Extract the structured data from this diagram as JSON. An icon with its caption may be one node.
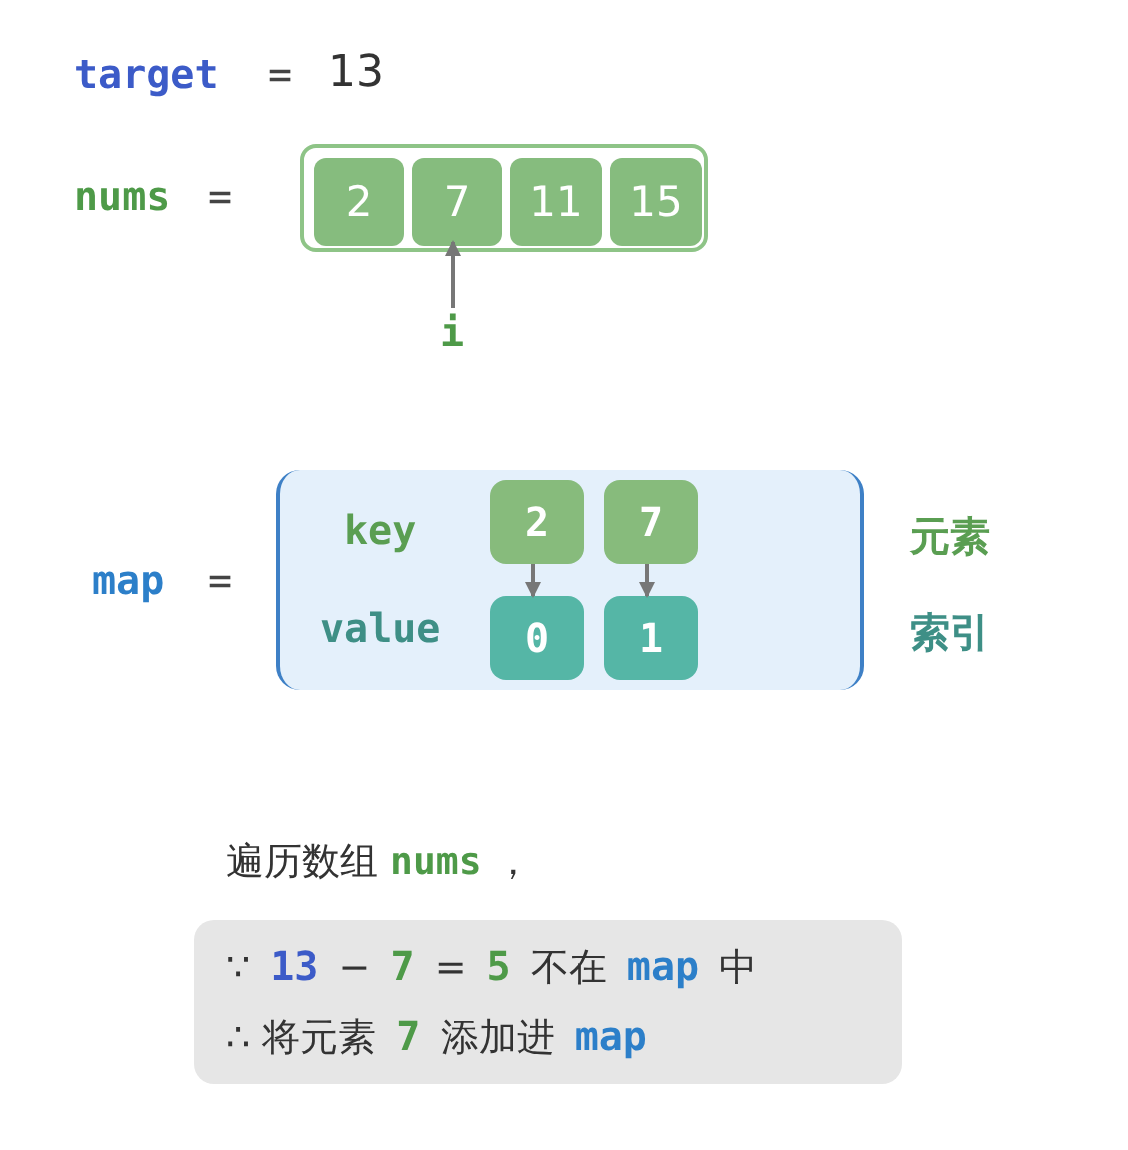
{
  "diagram": {
    "nodes": [
      {
        "text": [],
        "shape": "box"
      },
      {
        "text": [
          "2"
        ],
        "in": 0
      },
      {
        "text": [
          "7"
        ],
        "in": 0
      },
      {
        "text": [
          "11"
        ],
        "in": 0
      },
      {
        "text": [
          "15"
        ],
        "in": 0
      },
      {
        "text": [
          "i"
        ]
      },
      {
        "text": [],
        "shape": "box"
      },
      {
        "text": [
          "2"
        ],
        "in": 6
      },
      {
        "text": [
          "7"
        ],
        "in": 6
      },
      {
        "text": [
          "0"
        ],
        "in": 6
      },
      {
        "text": [
          "1"
        ],
        "in": 6
      },
      {
        "text": [
          "∵ **13** − **7** = **5** 不在 **map** 中",
          "∴ 将元素 **7** 添加进 **map**"
        ]
      }
    ],
    "edges": [
      {
        "from": 5,
        "to": 2,
        "arrow": "to"
      },
      {
        "from": 7,
        "to": 9,
        "arrow": "to"
      },
      {
        "from": 8,
        "to": 10,
        "arrow": "to"
      }
    ],
    "labels": [
      "target",
      "=",
      "13",
      "nums",
      "=",
      "map",
      "=",
      "key",
      "value",
      "元素",
      "索引",
      "遍历数组 **nums** ，"
    ]
  }
}
